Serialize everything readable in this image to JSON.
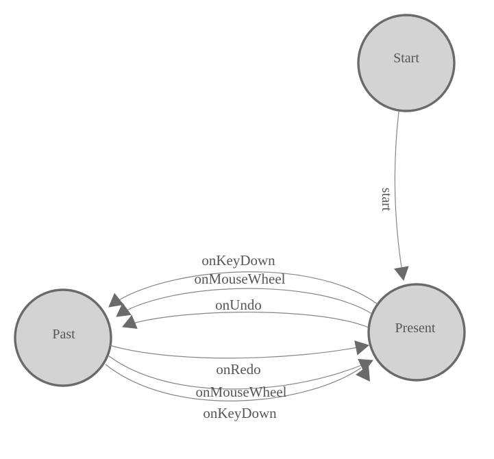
{
  "diagram": {
    "type": "state-machine",
    "background": "#ffffff",
    "node_fill": "#d3d3d3",
    "node_stroke": "#6a6a6a",
    "edge_color": "#858585",
    "arrow_color": "#6a6a6a",
    "text_color": "#55565a",
    "nodes": [
      {
        "id": "start",
        "label": "Start"
      },
      {
        "id": "present",
        "label": "Present"
      },
      {
        "id": "past",
        "label": "Past"
      }
    ],
    "edges": [
      {
        "from": "start",
        "to": "present",
        "label": "start"
      },
      {
        "from": "present",
        "to": "past",
        "label": "onKeyDown"
      },
      {
        "from": "present",
        "to": "past",
        "label": "onMouseWheel"
      },
      {
        "from": "present",
        "to": "past",
        "label": "onUndo"
      },
      {
        "from": "past",
        "to": "present",
        "label": "onRedo"
      },
      {
        "from": "past",
        "to": "present",
        "label": "onMouseWheel"
      },
      {
        "from": "past",
        "to": "present",
        "label": "onKeyDown"
      }
    ]
  }
}
